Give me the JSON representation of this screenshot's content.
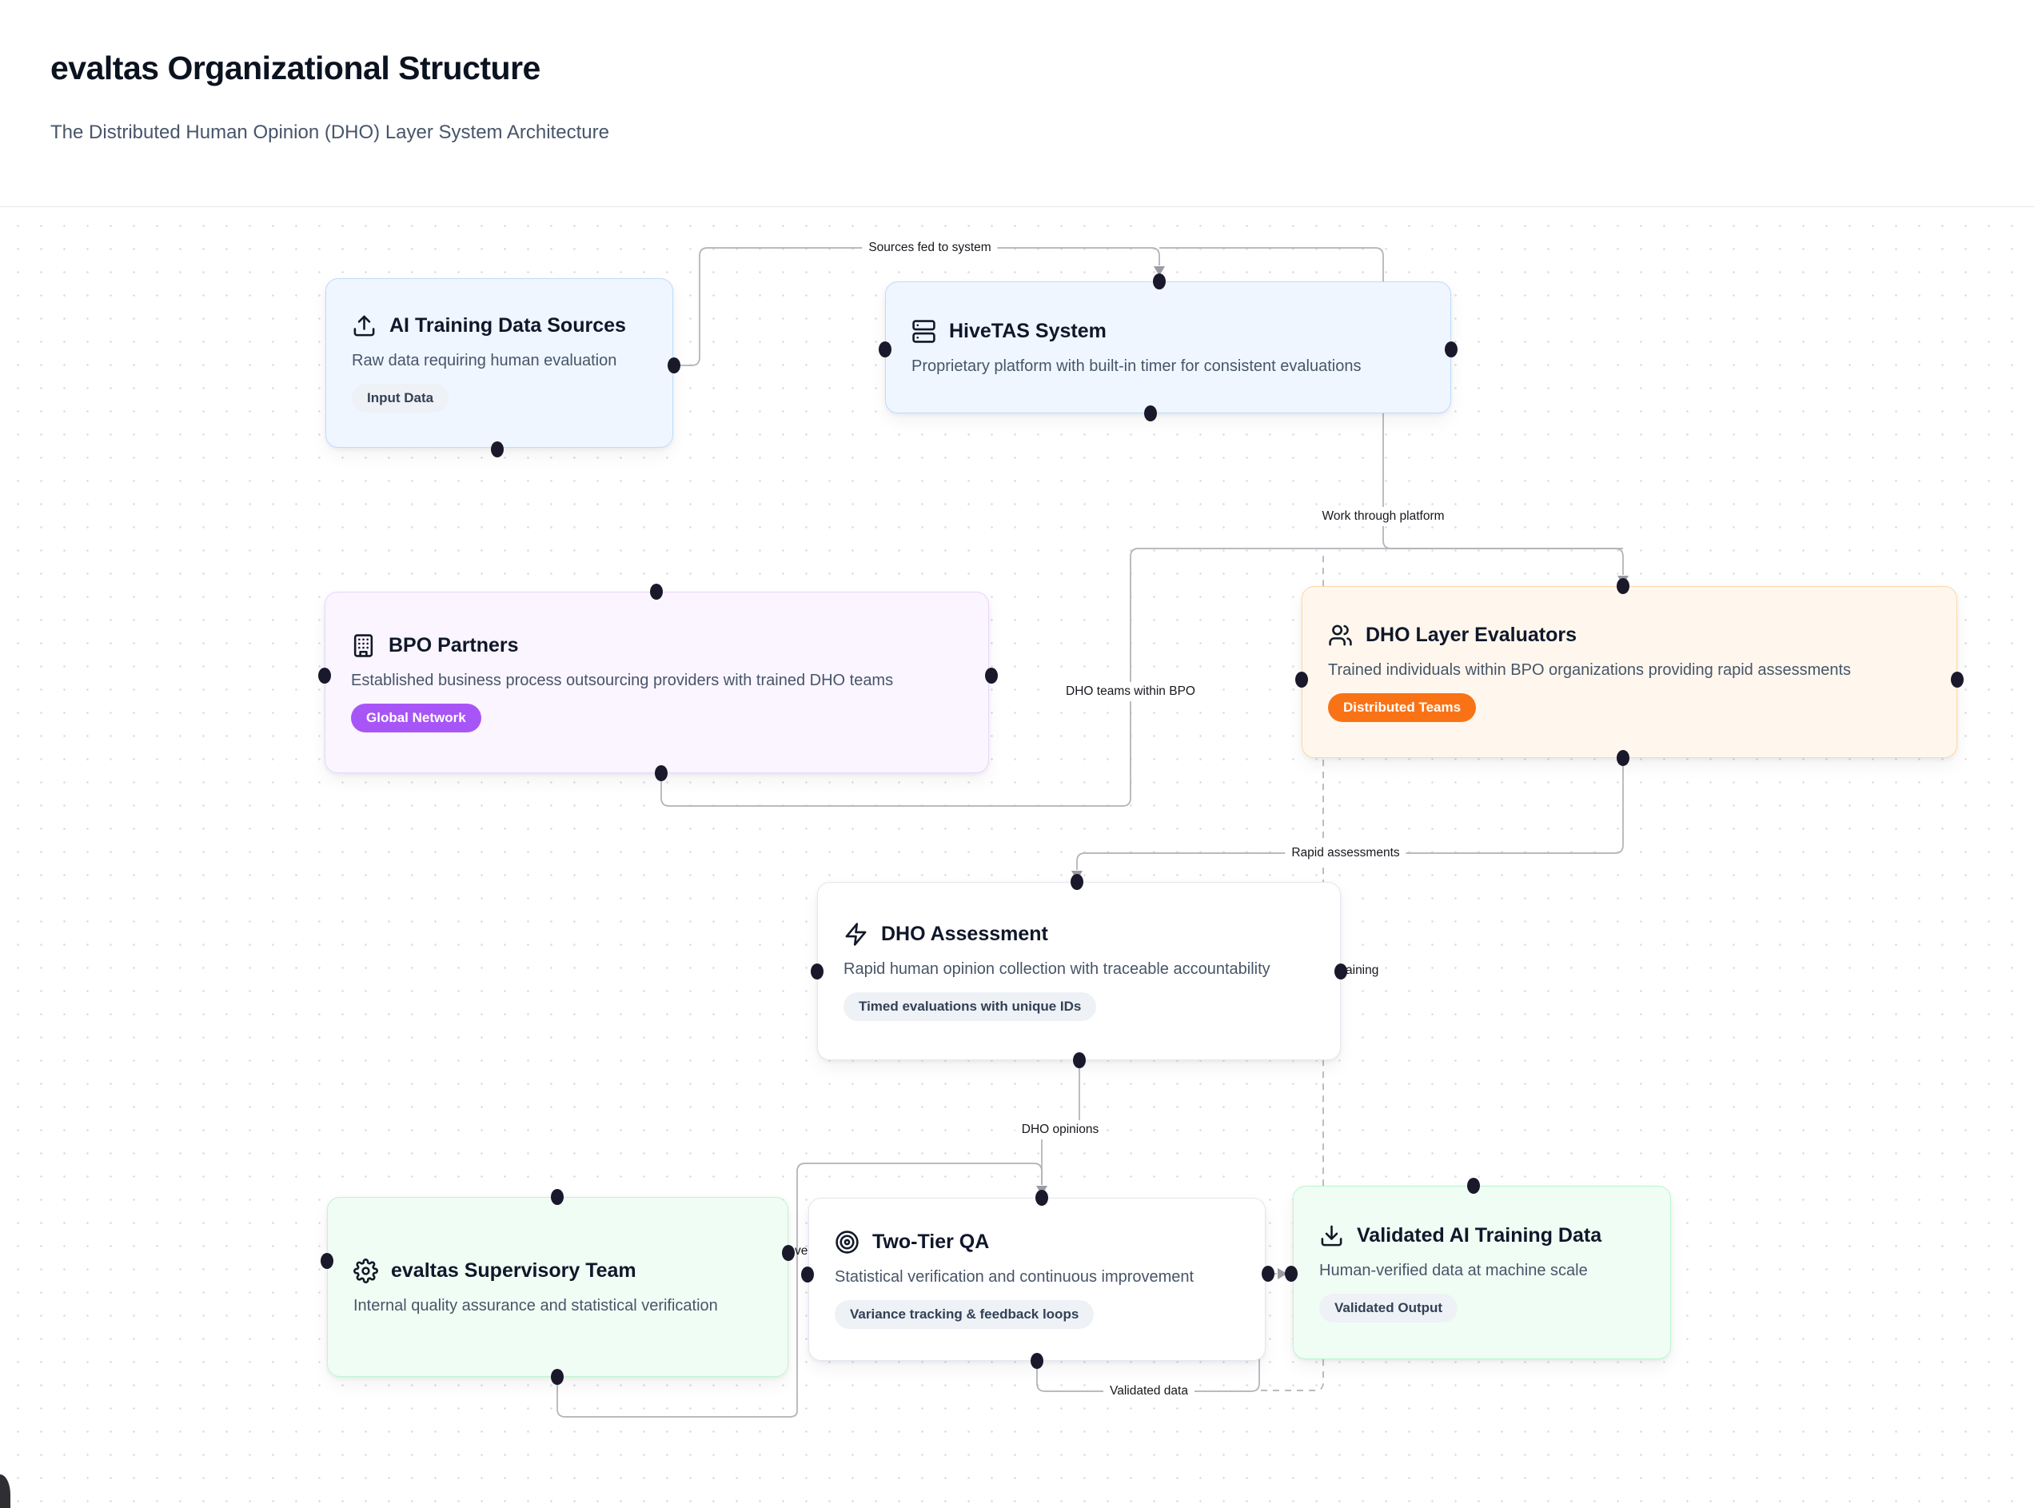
{
  "header": {
    "title": "evaltas Organizational Structure",
    "subtitle": "The Distributed Human Opinion (DHO) Layer System Architecture"
  },
  "nodes": {
    "ai_sources": {
      "icon": "upload-icon",
      "title": "AI Training Data Sources",
      "description": "Raw data requiring human evaluation",
      "badge": "Input Data"
    },
    "hivetas": {
      "icon": "server-icon",
      "title": "HiveTAS System",
      "description": "Proprietary platform with built-in timer for consistent evaluations"
    },
    "bpo": {
      "icon": "building-icon",
      "title": "BPO Partners",
      "description": "Established business process outsourcing providers with trained DHO teams",
      "badge": "Global Network"
    },
    "evaluators": {
      "icon": "users-icon",
      "title": "DHO Layer Evaluators",
      "description": "Trained individuals within BPO organizations providing rapid assessments",
      "badge": "Distributed Teams"
    },
    "assessment": {
      "icon": "zap-icon",
      "title": "DHO Assessment",
      "description": "Rapid human opinion collection with traceable accountability",
      "badge": "Timed evaluations with unique IDs"
    },
    "supervisory": {
      "icon": "gear-icon",
      "title": "evaltas Supervisory Team",
      "description": "Internal quality assurance and statistical verification"
    },
    "qa": {
      "icon": "target-icon",
      "title": "Two-Tier QA",
      "description": "Statistical verification and continuous improvement",
      "badge": "Variance tracking & feedback loops"
    },
    "validated": {
      "icon": "download-icon",
      "title": "Validated AI Training Data",
      "description": "Human-verified data at machine scale",
      "badge": "Validated Output"
    }
  },
  "edge_labels": {
    "sources_fed": "Sources fed to system",
    "work_through": "Work through platform",
    "dho_teams": "DHO teams within BPO",
    "rapid": "Rapid assessments",
    "dho_opinions": "DHO opinions",
    "validated_data": "Validated data",
    "clipped_improve": "ve",
    "clipped_training": "aining"
  },
  "colors": {
    "edge": "#b1b1b7",
    "handle": "#1a192b",
    "blue_bg": "#eff6ff",
    "blue_border": "#bfdbfe",
    "purple_bg": "#faf5ff",
    "purple_border": "#e9d5ff",
    "orange_bg": "#fff7ed",
    "orange_border": "#fed7aa",
    "green_bg": "#f0fdf4",
    "green_border": "#bbf7d0",
    "white_bg": "#ffffff",
    "white_border": "#e2e8f0",
    "badge_gray_bg": "#eef1f6",
    "badge_gray_text": "#334155",
    "badge_purple_bg": "#a855f7",
    "badge_orange_bg": "#f97316",
    "title_text": "#0f172a",
    "desc_text": "#475569"
  }
}
